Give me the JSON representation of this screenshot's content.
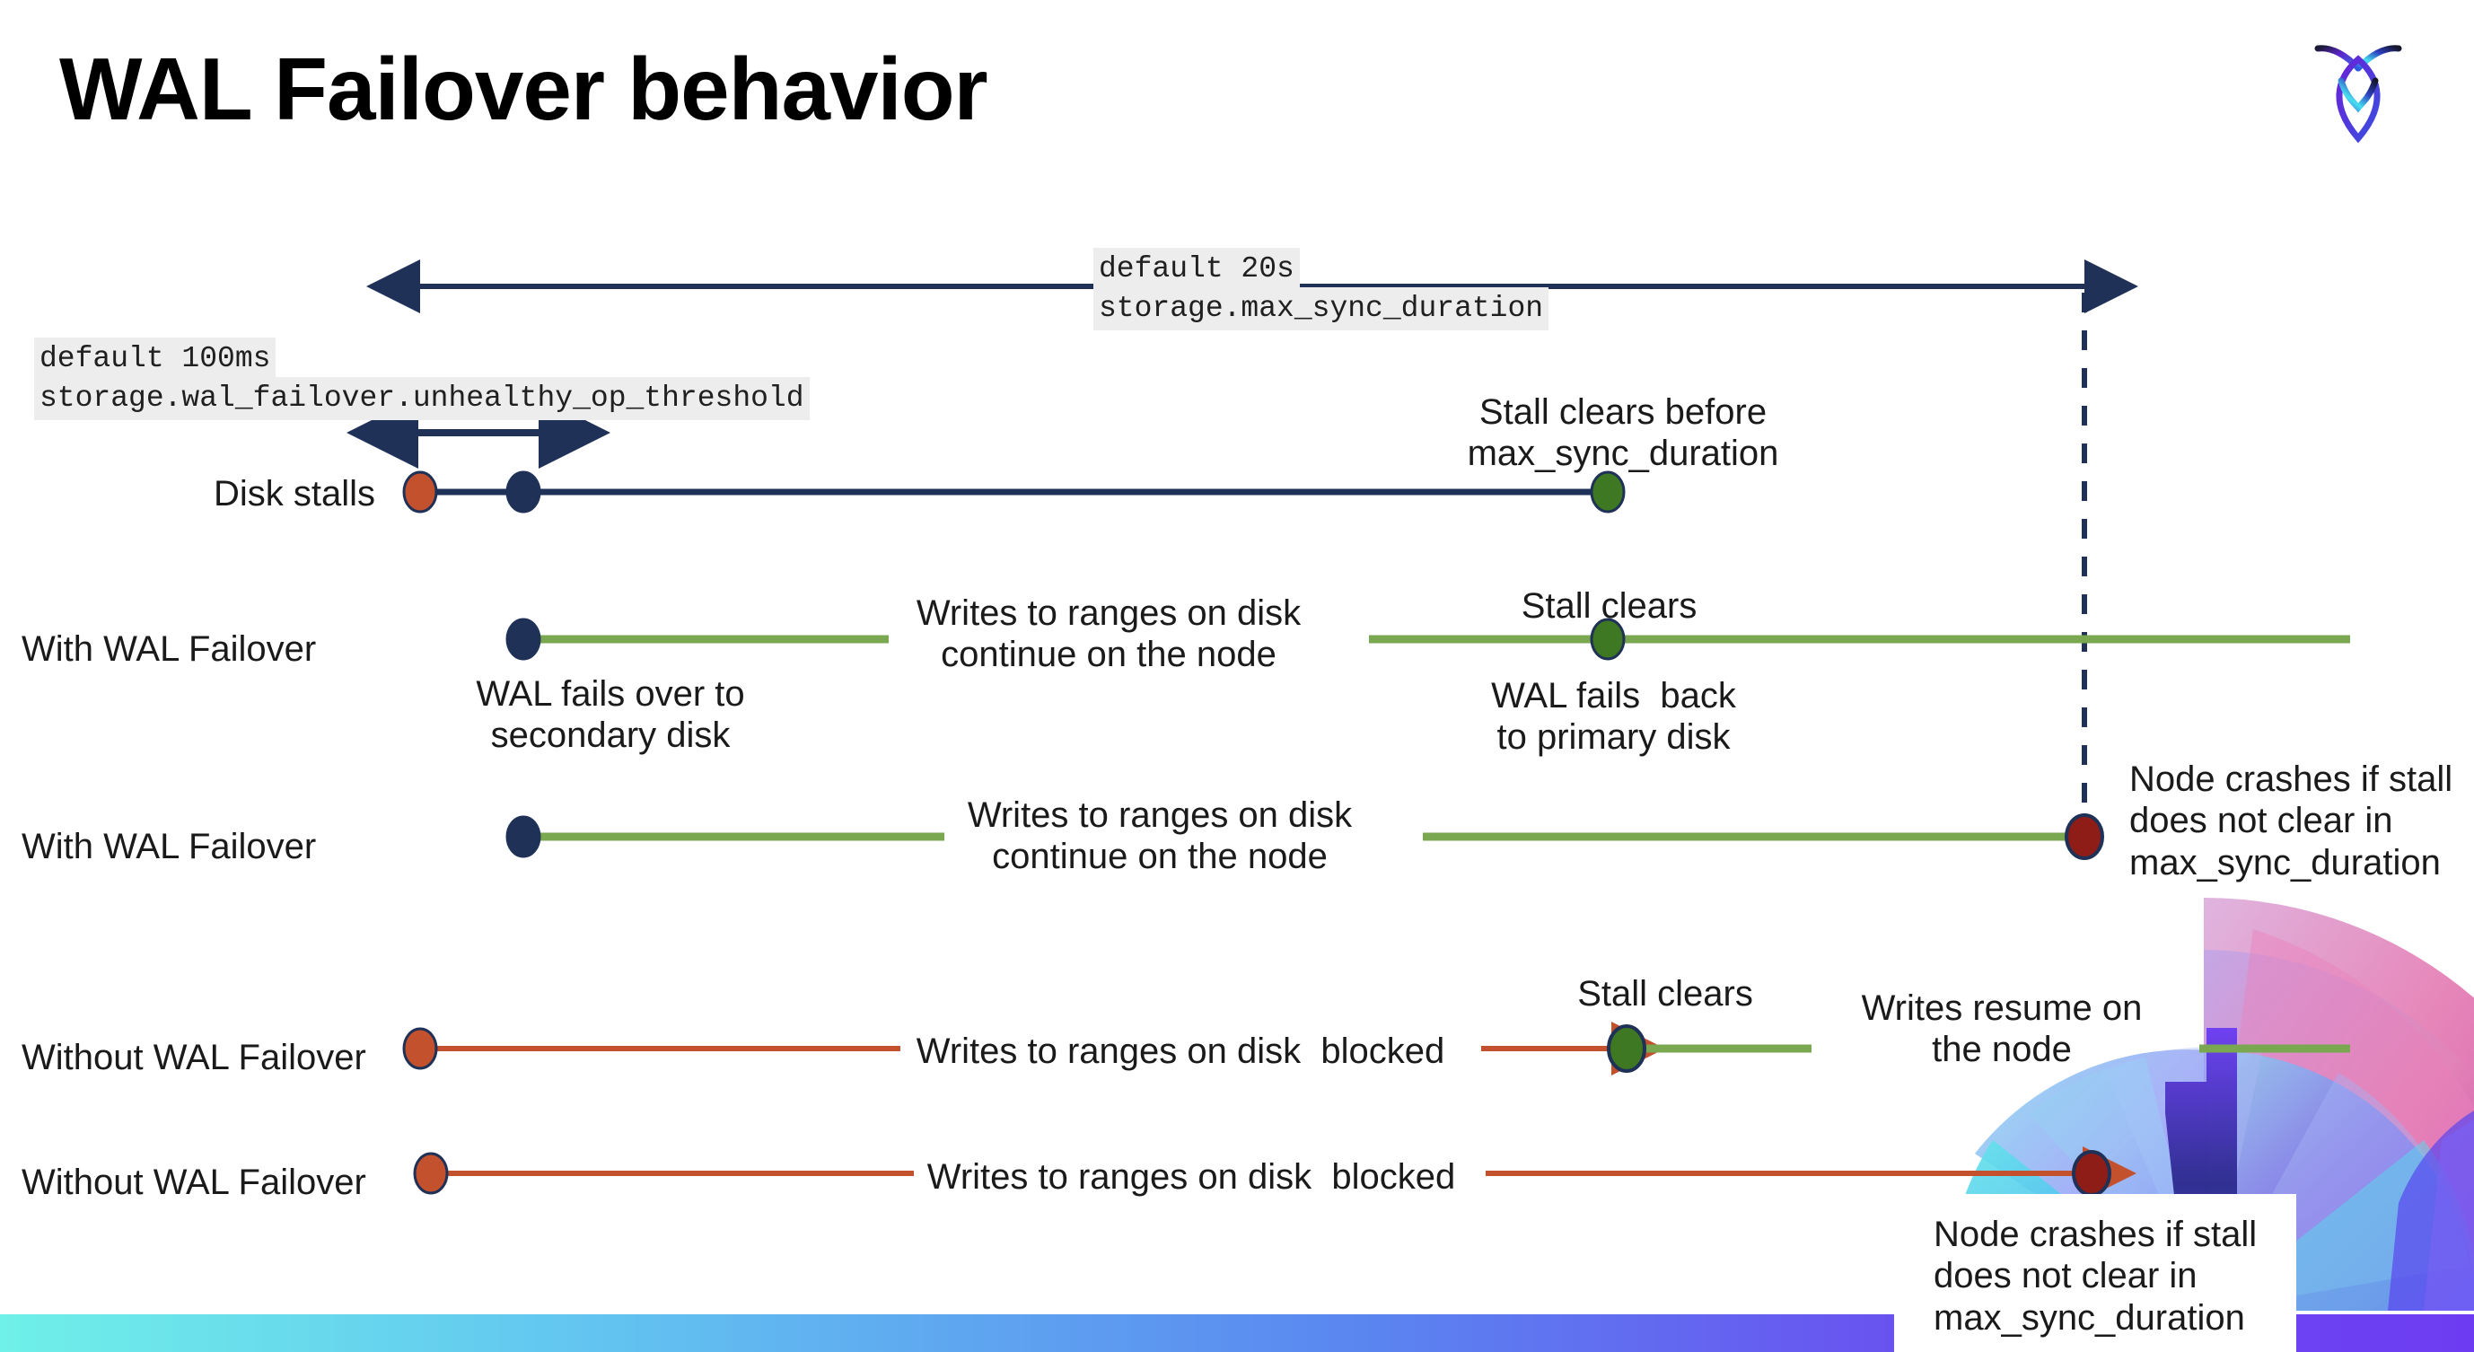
{
  "slide": {
    "title": "WAL Failover behavior",
    "logo_name": "cockroachdb-logo"
  },
  "colors": {
    "navy": "#1f3157",
    "green_line": "#7aa851",
    "green_dot": "#3f7822",
    "red_orange": "#c4512e",
    "dark_red": "#8f1d17",
    "code_bg": "#ededed",
    "accent_gradient_start": "#6ff0e8",
    "accent_gradient_end": "#6d3cf2"
  },
  "annotations": {
    "max_sync_default": "default 20s",
    "max_sync_setting": "storage.max_sync_duration",
    "unhealthy_default": "default 100ms",
    "unhealthy_setting": "storage.wal_failover.unhealthy_op_threshold"
  },
  "rows": [
    {
      "label": "Disk stalls",
      "notes": [
        {
          "text": "Stall clears before\nmax_sync_duration"
        }
      ]
    },
    {
      "label": "With WAL Failover",
      "notes": [
        {
          "text": "Writes to ranges on disk\ncontinue on the node"
        },
        {
          "text": "Stall clears"
        },
        {
          "text": "WAL fails over to\nsecondary disk"
        },
        {
          "text": "WAL fails  back\nto primary disk"
        }
      ]
    },
    {
      "label": "With WAL Failover",
      "notes": [
        {
          "text": "Writes to ranges on disk\ncontinue on the node"
        },
        {
          "text": "Node crashes if stall\ndoes not clear in\nmax_sync_duration"
        }
      ]
    },
    {
      "label": "Without WAL Failover",
      "notes": [
        {
          "text": "Writes to ranges on disk  blocked"
        },
        {
          "text": "Stall clears"
        },
        {
          "text": "Writes resume on\nthe node"
        }
      ]
    },
    {
      "label": "Without WAL Failover",
      "notes": [
        {
          "text": "Writes to ranges on disk  blocked"
        },
        {
          "text": "Node crashes if stall\ndoes not clear in\nmax_sync_duration"
        }
      ]
    }
  ],
  "texts": {
    "row1_label": "Disk stalls",
    "row2_label": "With WAL Failover",
    "row3_label": "With WAL Failover",
    "row4_label": "Without WAL Failover",
    "row5_label": "Without WAL Failover",
    "stall_clears_before": "Stall clears before\nmax_sync_duration",
    "writes_continue_a": "Writes to ranges on disk\ncontinue on the node",
    "writes_continue_b": "Writes to ranges on disk\ncontinue on the node",
    "stall_clears_1": "Stall clears",
    "stall_clears_2": "Stall clears",
    "wal_fails_over": "WAL fails over to\nsecondary disk",
    "wal_fails_back": "WAL fails  back\nto primary disk",
    "node_crashes_1": "Node crashes if stall\ndoes not clear in\nmax_sync_duration",
    "node_crashes_2": "Node crashes if stall\ndoes not clear in\nmax_sync_duration",
    "writes_blocked_1": "Writes to ranges on disk  blocked",
    "writes_blocked_2": "Writes to ranges on disk  blocked",
    "writes_resume": "Writes resume on\nthe node"
  }
}
